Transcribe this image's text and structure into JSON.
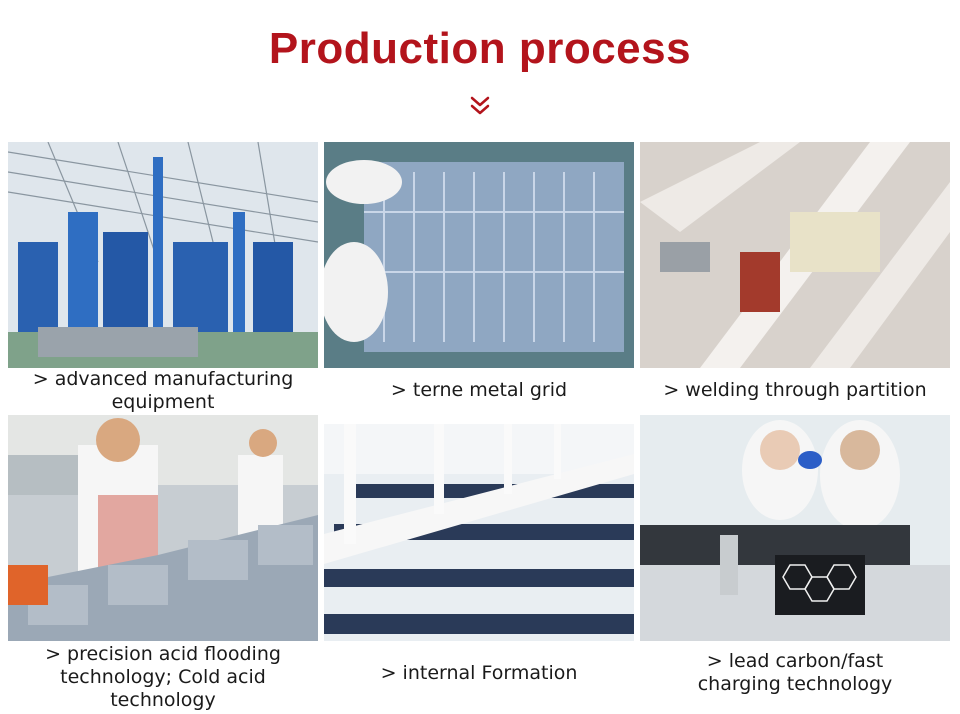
{
  "title": "Production process",
  "icons": {
    "scroll_down": "double-chevron-down-icon"
  },
  "accent_color": "#b3141c",
  "steps": [
    {
      "caption_lines": [
        "> advanced manufacturing",
        "equipment"
      ]
    },
    {
      "caption_lines": [
        "> terne metal grid"
      ]
    },
    {
      "caption_lines": [
        "> welding through partition"
      ]
    },
    {
      "caption_lines": [
        "> precision acid flooding",
        "technology; Cold acid",
        "technology"
      ]
    },
    {
      "caption_lines": [
        "> internal Formation"
      ]
    },
    {
      "caption_lines": [
        "> lead carbon/fast",
        "charging technology"
      ]
    }
  ]
}
